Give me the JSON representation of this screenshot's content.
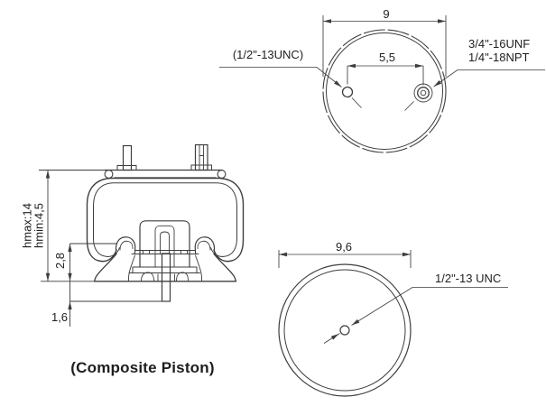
{
  "drawing": {
    "caption": "(Composite Piston)",
    "side_view": {
      "height_label_line1": "hmax:14",
      "height_label_line2": "hmin:4,5",
      "flange_height": "2,8",
      "stud_protrusion": "1,6"
    },
    "top_view": {
      "diameter": "9",
      "hole_spacing": "5,5",
      "blind_hole_label": "(1/2\"-13UNC)",
      "fitting_label_line1": "3/4\"-16UNF",
      "fitting_label_line2": "1/4\"-18NPT"
    },
    "bottom_view": {
      "diameter": "9,6",
      "hole_label": "1/2\"-13 UNC"
    },
    "colors": {
      "line": "#3d3d3d",
      "text": "#1e1e1e",
      "background": "#ffffff"
    }
  }
}
